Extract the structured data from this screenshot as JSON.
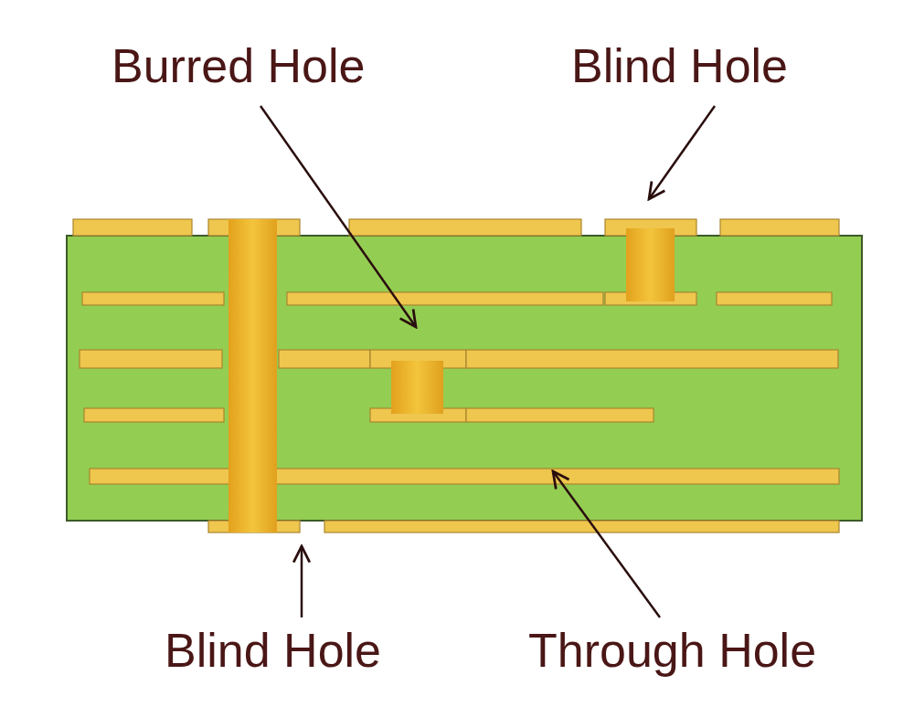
{
  "diagram": {
    "labels": [
      "Burred Hole",
      "Blind Hole",
      "Blind Hole",
      "Through Hole"
    ]
  }
}
